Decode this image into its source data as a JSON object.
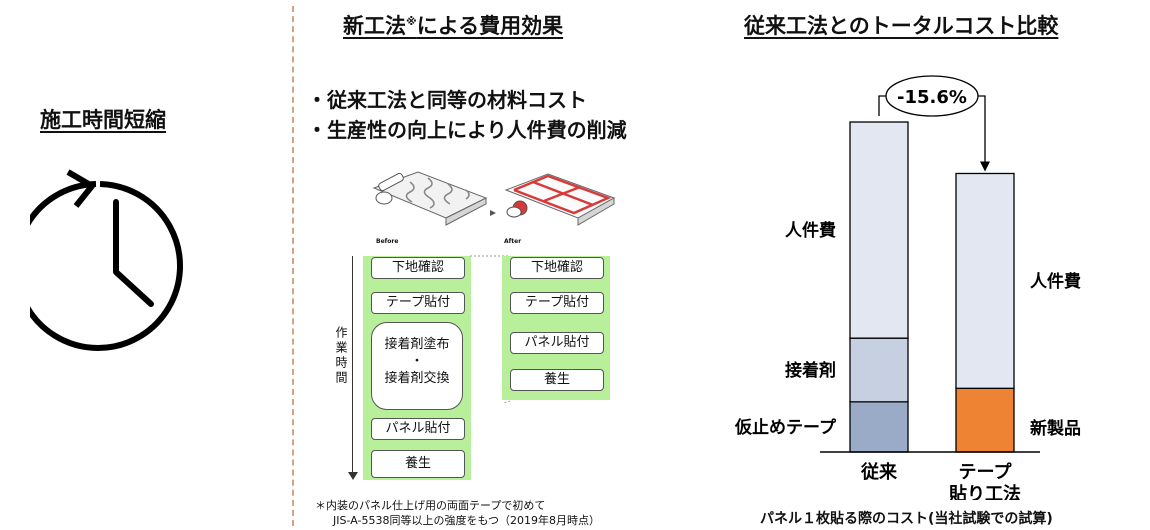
{
  "left": {
    "title": "施工時間短縮",
    "icon": "clock-rotate-icon"
  },
  "middle": {
    "title": "新工法",
    "title_mark": "※",
    "title_rest": "による費用効果",
    "bullets": [
      "・従来工法と同等の材料コスト",
      "・生産性の向上により人件費の削減"
    ],
    "before_label": "Before",
    "after_label": "After",
    "axis_label": "作業時間",
    "before_steps": [
      "下地確認",
      "テープ貼付",
      "接着剤塗布",
      "・",
      "接着剤交換",
      "パネル貼付",
      "養生"
    ],
    "after_steps": [
      "下地確認",
      "テープ貼付",
      "パネル貼付",
      "養生"
    ],
    "note_line1": "＊内装のパネル仕上げ用の両面テープで初めて",
    "note_line2": "JIS-A-5538同等以上の強度をもつ（2019年8月時点）"
  },
  "right": {
    "title": "従来工法とのトータルコスト比較",
    "caption": "パネル１枚貼る際のコスト(当社試験での試算)"
  },
  "chart_data": {
    "type": "bar",
    "stacked": true,
    "categories": [
      "従来",
      "テープ\n貼り工法"
    ],
    "series": [
      {
        "name": "仮止めテープ",
        "values": [
          15.2,
          0
        ],
        "color": "#9aabc8"
      },
      {
        "name": "接着剤",
        "values": [
          19.3,
          0
        ],
        "color": "#c6d0e0"
      },
      {
        "name": "新製品",
        "values": [
          0,
          19.3
        ],
        "color": "#ee8333"
      },
      {
        "name": "人件費",
        "values": [
          65.5,
          65.1
        ],
        "color": "#e2e7f1"
      }
    ],
    "totals": [
      100,
      84.4
    ],
    "annotation": "-15.6%",
    "ylim": [
      0,
      100
    ],
    "grid": false,
    "legend": "inline-labels",
    "left_labels": [
      "人件費",
      "接着剤",
      "仮止めテープ"
    ],
    "right_labels": [
      "人件費",
      "新製品"
    ]
  }
}
